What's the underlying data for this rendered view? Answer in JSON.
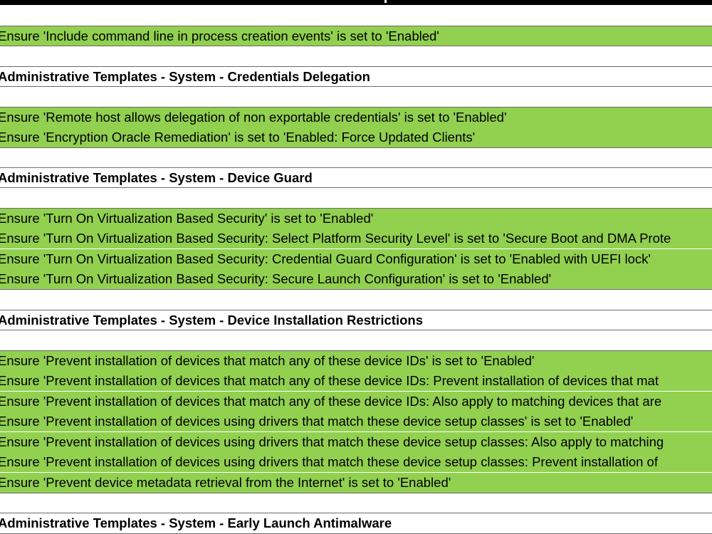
{
  "rows": [
    {
      "text": "Ensure 'Include command line in process creation events' is set to 'Enabled'",
      "kind": "item"
    },
    {
      "text": "Administrative Templates - System - Credentials Delegation",
      "kind": "header"
    },
    {
      "text": "Ensure 'Remote host allows delegation of non  exportable credentials' is set to 'Enabled'",
      "kind": "item"
    },
    {
      "text": "Ensure 'Encryption Oracle Remediation' is set to 'Enabled: Force Updated Clients'",
      "kind": "item"
    },
    {
      "text": "Administrative Templates - System - Device Guard",
      "kind": "header"
    },
    {
      "text": "Ensure 'Turn On Virtualization Based Security' is set to 'Enabled'",
      "kind": "item"
    },
    {
      "text": "Ensure 'Turn On Virtualization Based Security: Select Platform Security Level' is set to 'Secure Boot and DMA Prote",
      "kind": "item"
    },
    {
      "text": "Ensure 'Turn On Virtualization Based Security: Credential Guard Configuration' is set to 'Enabled with UEFI lock'",
      "kind": "item"
    },
    {
      "text": "Ensure 'Turn On Virtualization Based Security: Secure Launch Configuration' is set to 'Enabled'",
      "kind": "item"
    },
    {
      "text": "Administrative Templates - System - Device Installation Restrictions",
      "kind": "header"
    },
    {
      "text": "Ensure 'Prevent installation of devices that match any of these device IDs' is set to 'Enabled'",
      "kind": "item"
    },
    {
      "text": "Ensure 'Prevent installation of devices that match any of these device IDs: Prevent installation of devices that mat",
      "kind": "item"
    },
    {
      "text": "Ensure 'Prevent installation of devices that match any of these device IDs: Also apply to matching devices that are",
      "kind": "item"
    },
    {
      "text": "Ensure 'Prevent installation of devices using drivers that match these device setup classes' is set to 'Enabled'",
      "kind": "item"
    },
    {
      "text": "Ensure 'Prevent installation of devices using drivers that match these device setup classes: Also apply to matching",
      "kind": "item"
    },
    {
      "text": "Ensure 'Prevent installation of devices using drivers that match these device setup classes: Prevent installation of",
      "kind": "item"
    },
    {
      "text": "Ensure 'Prevent device metadata retrieval from the Internet' is set to 'Enabled'",
      "kind": "item"
    },
    {
      "text": "Administrative Templates - System - Early Launch Antimalware",
      "kind": "header"
    }
  ],
  "colors": {
    "item_fill": "#92d050",
    "border": "#6b6b6b",
    "top_bar": "#000000"
  }
}
